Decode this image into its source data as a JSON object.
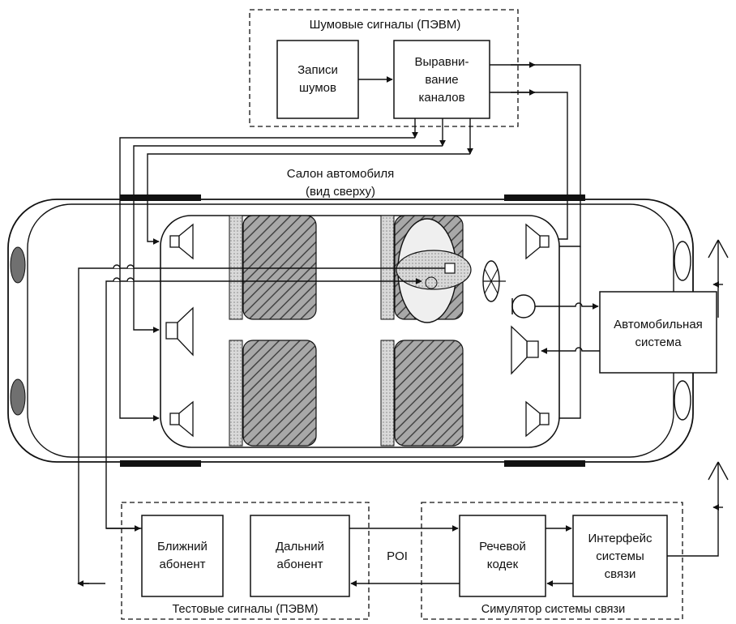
{
  "noise_group": {
    "title": "Шумовые сигналы (ПЭВМ)",
    "records_line1": "Записи",
    "records_line2": "шумов",
    "equalize_line1": "Выравни-",
    "equalize_line2": "вание",
    "equalize_line3": "каналов"
  },
  "cabin": {
    "title_line1": "Салон автомобиля",
    "title_line2": "(вид сверху)"
  },
  "car_system": {
    "line1": "Автомобильная",
    "line2": "система"
  },
  "test_group": {
    "title": "Тестовые сигналы (ПЭВМ)",
    "near_line1": "Ближний",
    "near_line2": "абонент",
    "far_line1": "Дальний",
    "far_line2": "абонент"
  },
  "poi_label": "POI",
  "comm_group": {
    "title": "Симулятор системы связи",
    "codec_line1": "Речевой",
    "codec_line2": "кодек",
    "iface_line1": "Интерфейс",
    "iface_line2": "системы",
    "iface_line3": "связи"
  },
  "colors": {
    "line": "#111111",
    "hatch": "#555555",
    "dotted_fill": "#cfcfcf",
    "car_lamp": "#707070"
  }
}
